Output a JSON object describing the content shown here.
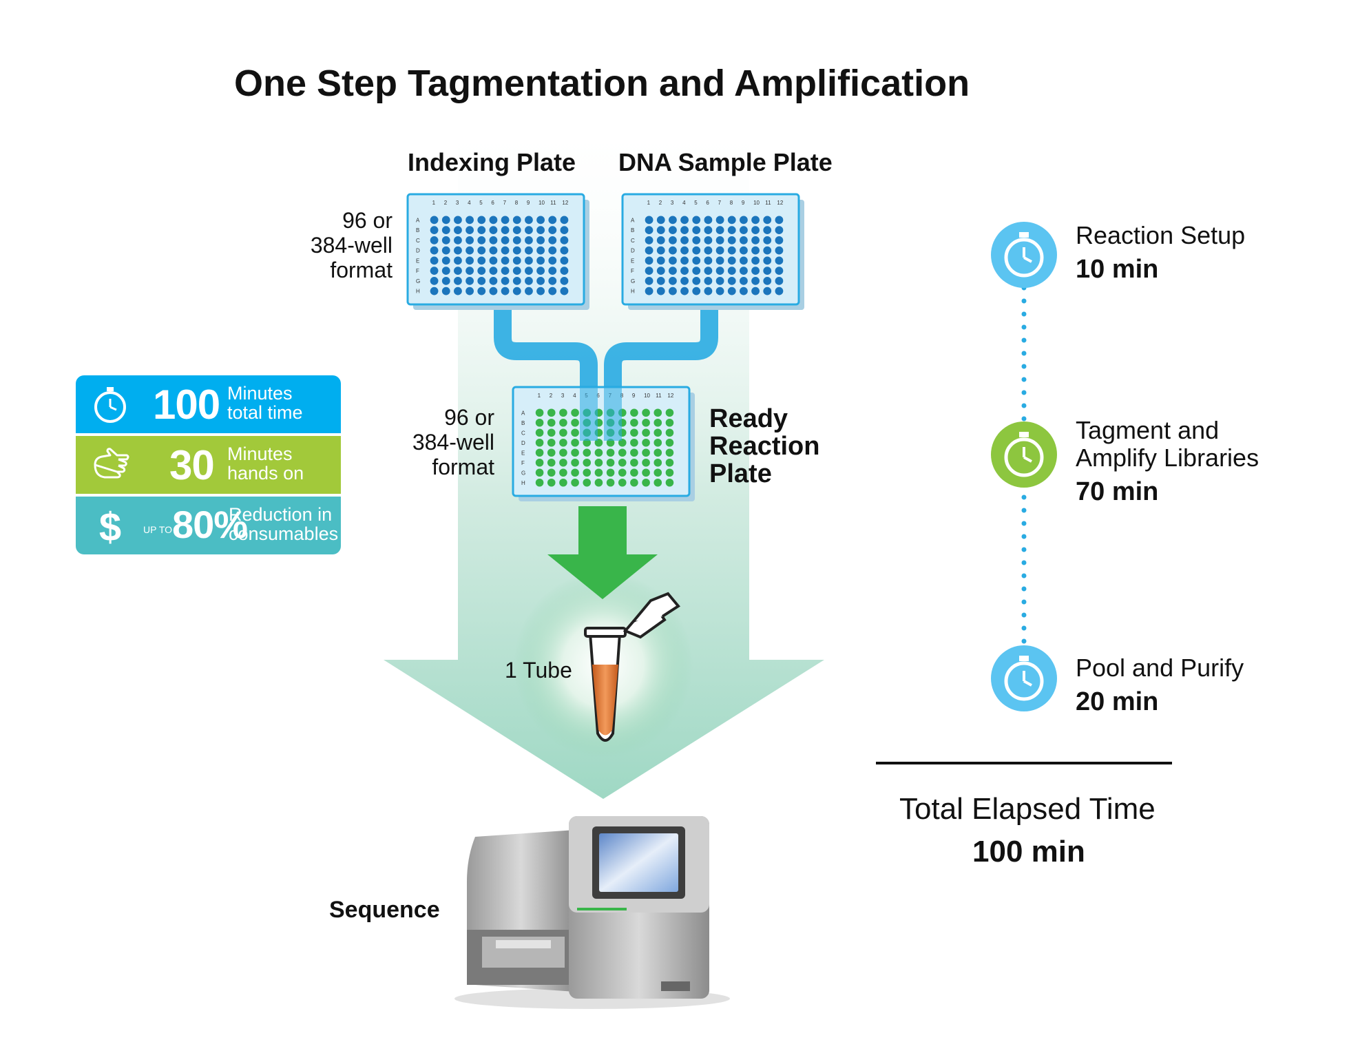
{
  "title": "One Step Tagmentation and Amplification",
  "plates": {
    "indexing_label": "Indexing Plate",
    "dna_label": "DNA Sample Plate",
    "format_text": "96 or\n384-well\nformat",
    "ready_label": "Ready\nReaction\nPlate",
    "row_letters": [
      "A",
      "B",
      "C",
      "D",
      "E",
      "F",
      "G",
      "H"
    ],
    "col_numbers": [
      "1",
      "2",
      "3",
      "4",
      "5",
      "6",
      "7",
      "8",
      "9",
      "10",
      "11",
      "12"
    ]
  },
  "tube_label": "1 Tube",
  "sequence_label": "Sequence",
  "stats": [
    {
      "icon": "stopwatch-icon",
      "value": "100",
      "prefix": "",
      "desc": "Minutes\ntotal time",
      "color": "#00aeef"
    },
    {
      "icon": "hand-icon",
      "value": "30",
      "prefix": "",
      "desc": "Minutes\nhands on",
      "color": "#a2c93a"
    },
    {
      "icon": "dollar-icon",
      "value": "80%",
      "prefix": "UP TO",
      "desc": "Reduction in\nconsumables",
      "color": "#4bbdc4"
    }
  ],
  "timeline": [
    {
      "name": "Reaction Setup",
      "time": "10 min",
      "color": "#5bc4f1",
      "icon": "stopwatch-icon"
    },
    {
      "name": "Tagment and\nAmplify Libraries",
      "time": "70 min",
      "color": "#8dc63f",
      "icon": "stopwatch-icon"
    },
    {
      "name": "Pool and Purify",
      "time": "20 min",
      "color": "#5bc4f1",
      "icon": "stopwatch-icon"
    }
  ],
  "total": {
    "label": "Total Elapsed Time",
    "time": "100 min"
  },
  "colors": {
    "blue_well": "#1b75bc",
    "green_well": "#39b54a",
    "plate_bg": "#d6eef9",
    "plate_edge": "#29abe2",
    "pipe": "#29abe2",
    "green_arrow": "#39b54a",
    "light_arrow": "#cfeadf",
    "tube_liquid": "#e07b39"
  }
}
